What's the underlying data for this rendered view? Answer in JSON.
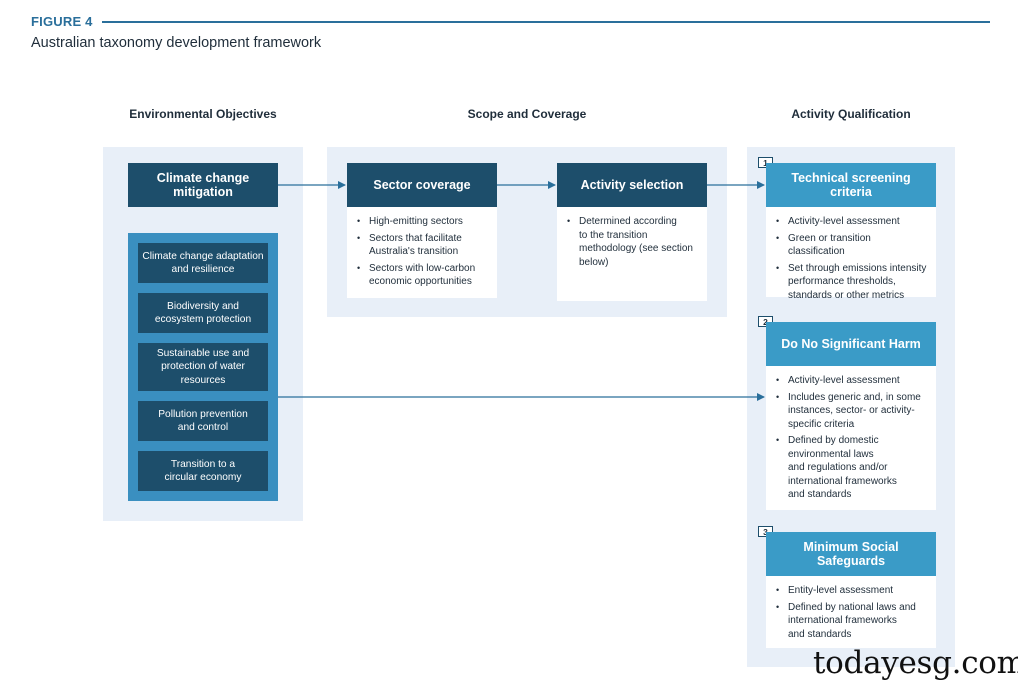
{
  "figure": {
    "label": "FIGURE 4",
    "title": "Australian taxonomy development framework"
  },
  "columns": {
    "environmental": "Environmental Objectives",
    "scope": "Scope and Coverage",
    "activity": "Activity Qualification"
  },
  "environmental": {
    "primary": "Climate change\nmitigation",
    "secondary": [
      "Climate change adaptation\nand resilience",
      "Biodiversity and\necosystem protection",
      "Sustainable use and\nprotection of water\nresources",
      "Pollution prevention\nand control",
      "Transition to a\ncircular economy"
    ]
  },
  "scope": {
    "sector": {
      "title": "Sector coverage",
      "bullets": [
        "High-emitting sectors",
        "Sectors that facilitate\nAustralia's transition",
        "Sectors with low-carbon\neconomic opportunities"
      ]
    },
    "activity": {
      "title": "Activity selection",
      "bullets": [
        "Determined according\nto the transition\nmethodology (see section\nbelow)"
      ]
    }
  },
  "qualification": [
    {
      "number": "1",
      "title": "Technical screening\ncriteria",
      "bullets": [
        "Activity-level assessment",
        "Green or transition classification",
        "Set through emissions intensity\nperformance thresholds,\nstandards or other metrics"
      ]
    },
    {
      "number": "2",
      "title": "Do No Significant Harm",
      "bullets": [
        "Activity-level assessment",
        "Includes generic and, in some\ninstances, sector- or activity-\nspecific criteria",
        "Defined by domestic\nenvironmental laws\nand regulations and/or\ninternational frameworks\nand standards"
      ]
    },
    {
      "number": "3",
      "title": "Minimum Social\nSafeguards",
      "bullets": [
        "Entity-level assessment",
        "Defined by national laws and\ninternational frameworks\nand standards"
      ]
    }
  ],
  "colors": {
    "dark_box": "#1d4e6b",
    "light_box": "#3a9bc7",
    "panel": "#e8eff8",
    "accent": "#2a6f9b",
    "arrow": "#2a6f9b"
  },
  "watermark": "todayesg.com"
}
